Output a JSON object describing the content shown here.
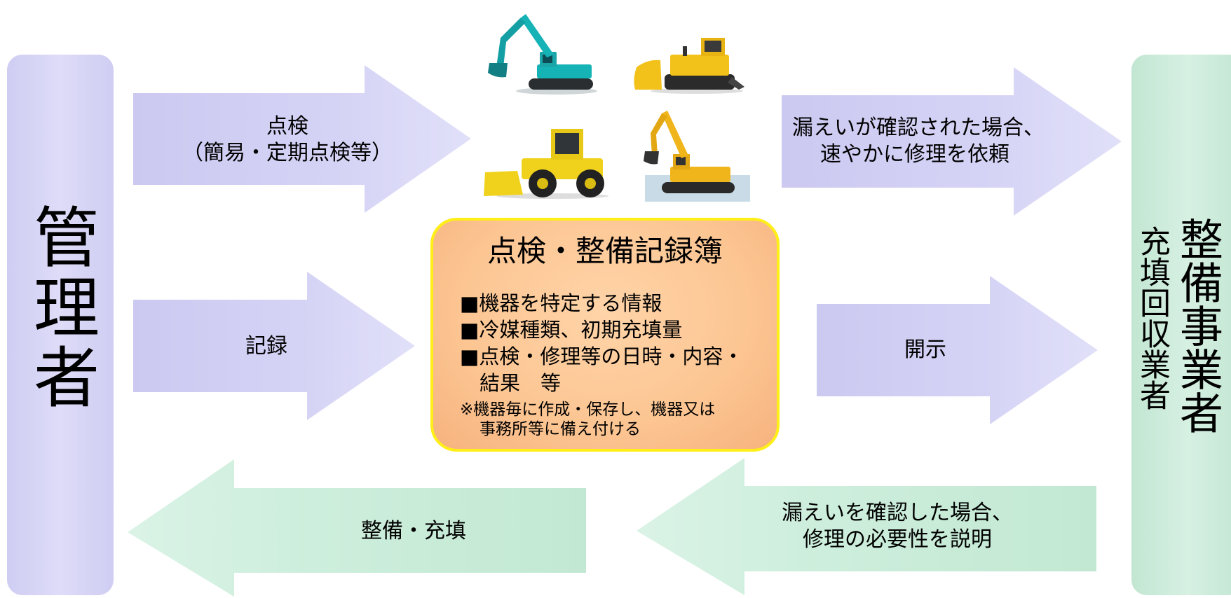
{
  "left_party": "管理者",
  "right_party": {
    "main": "整備事業者",
    "sub": "充填回収業者"
  },
  "arrows": {
    "inspection": {
      "line1": "点検",
      "line2": "（簡易・定期点検等）"
    },
    "record": {
      "line1": "記録"
    },
    "leak_request": {
      "line1": "漏えいが確認された場合、",
      "line2": "速やかに修理を依頼"
    },
    "disclose": {
      "line1": "開示"
    },
    "leak_explain": {
      "line1": "漏えいを確認した場合、",
      "line2": "修理の必要性を説明"
    },
    "maintenance": {
      "line1": "整備・充填"
    }
  },
  "record_book": {
    "title": "点検・整備記録簿",
    "items": [
      "■機器を特定する情報",
      "■冷媒種類、初期充填量",
      "■点検・修理等の日時・内容・",
      "結果　等"
    ],
    "note_lines": [
      "※機器毎に作成・保存し、機器又は",
      "事務所等に備え付ける"
    ]
  },
  "machines": [
    {
      "name": "hydraulic-excavator-teal",
      "color": "#16b3b6"
    },
    {
      "name": "bulldozer-yellow",
      "color": "#f2c21a"
    },
    {
      "name": "wheel-loader-yellow",
      "color": "#f0d21c"
    },
    {
      "name": "crawler-excavator-yellow",
      "color": "#f0b51a"
    }
  ],
  "colors": {
    "purple_arrow": "#d2d0f4",
    "green_arrow": "#caecd9",
    "record_fill": "#fcc592",
    "record_border": "#ffee18"
  }
}
